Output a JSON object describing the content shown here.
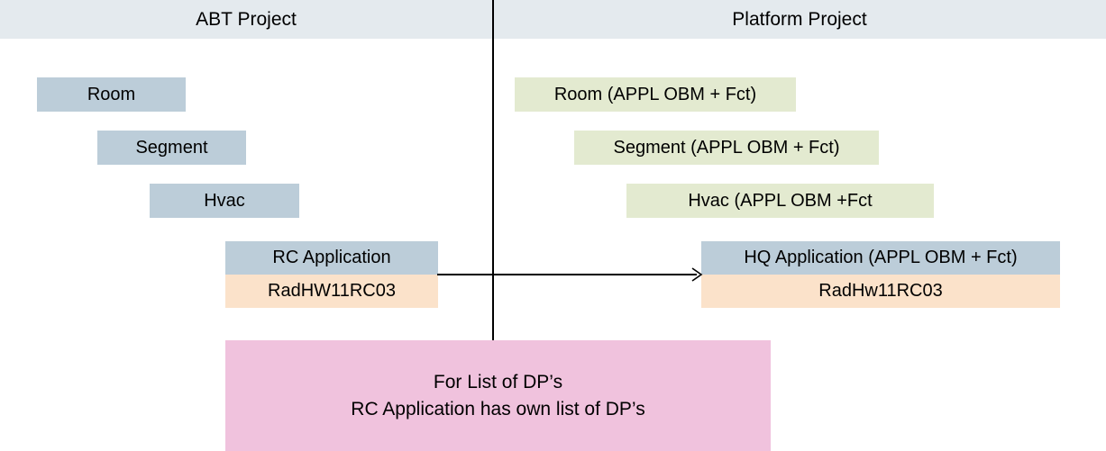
{
  "diagram": {
    "title_left": "ABT Project",
    "title_right": "Platform Project",
    "colors": {
      "header_bar": "#e4eaee",
      "blue_block": "#bccdd9",
      "green_block": "#e3ead0",
      "peach_block": "#fbe2ca",
      "pink_note": "#f0c2dd",
      "line": "#000000"
    },
    "left_column": {
      "nodes": [
        {
          "label": "Room"
        },
        {
          "label": "Segment"
        },
        {
          "label": "Hvac"
        }
      ],
      "application": {
        "title": "RC Application",
        "subtitle": "RadHW11RC03"
      }
    },
    "right_column": {
      "nodes": [
        {
          "label": "Room (APPL OBM + Fct)"
        },
        {
          "label": "Segment (APPL OBM + Fct)"
        },
        {
          "label": "Hvac (APPL OBM +Fct"
        }
      ],
      "application": {
        "title": "HQ Application  (APPL OBM + Fct)",
        "subtitle": "RadHw11RC03"
      }
    },
    "note": {
      "line1": "For List of DP’s",
      "line2": "RC Application has own list of DP’s"
    },
    "connector": {
      "icon": "arrow-right-icon"
    }
  }
}
